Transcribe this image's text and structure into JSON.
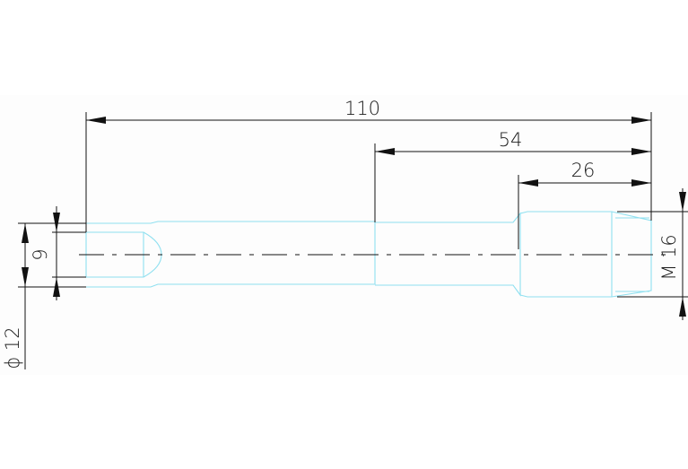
{
  "drawing": {
    "dimensions": {
      "overall_length": "110",
      "middle_length": "54",
      "thread_length": "26",
      "bore_diameter": "9",
      "shaft_diameter": "ϕ 12",
      "thread_spec": "M 16"
    },
    "colors": {
      "background": "#ffffff",
      "part_outline": "#8fe0f0",
      "dimension_lines": "#111111"
    }
  }
}
